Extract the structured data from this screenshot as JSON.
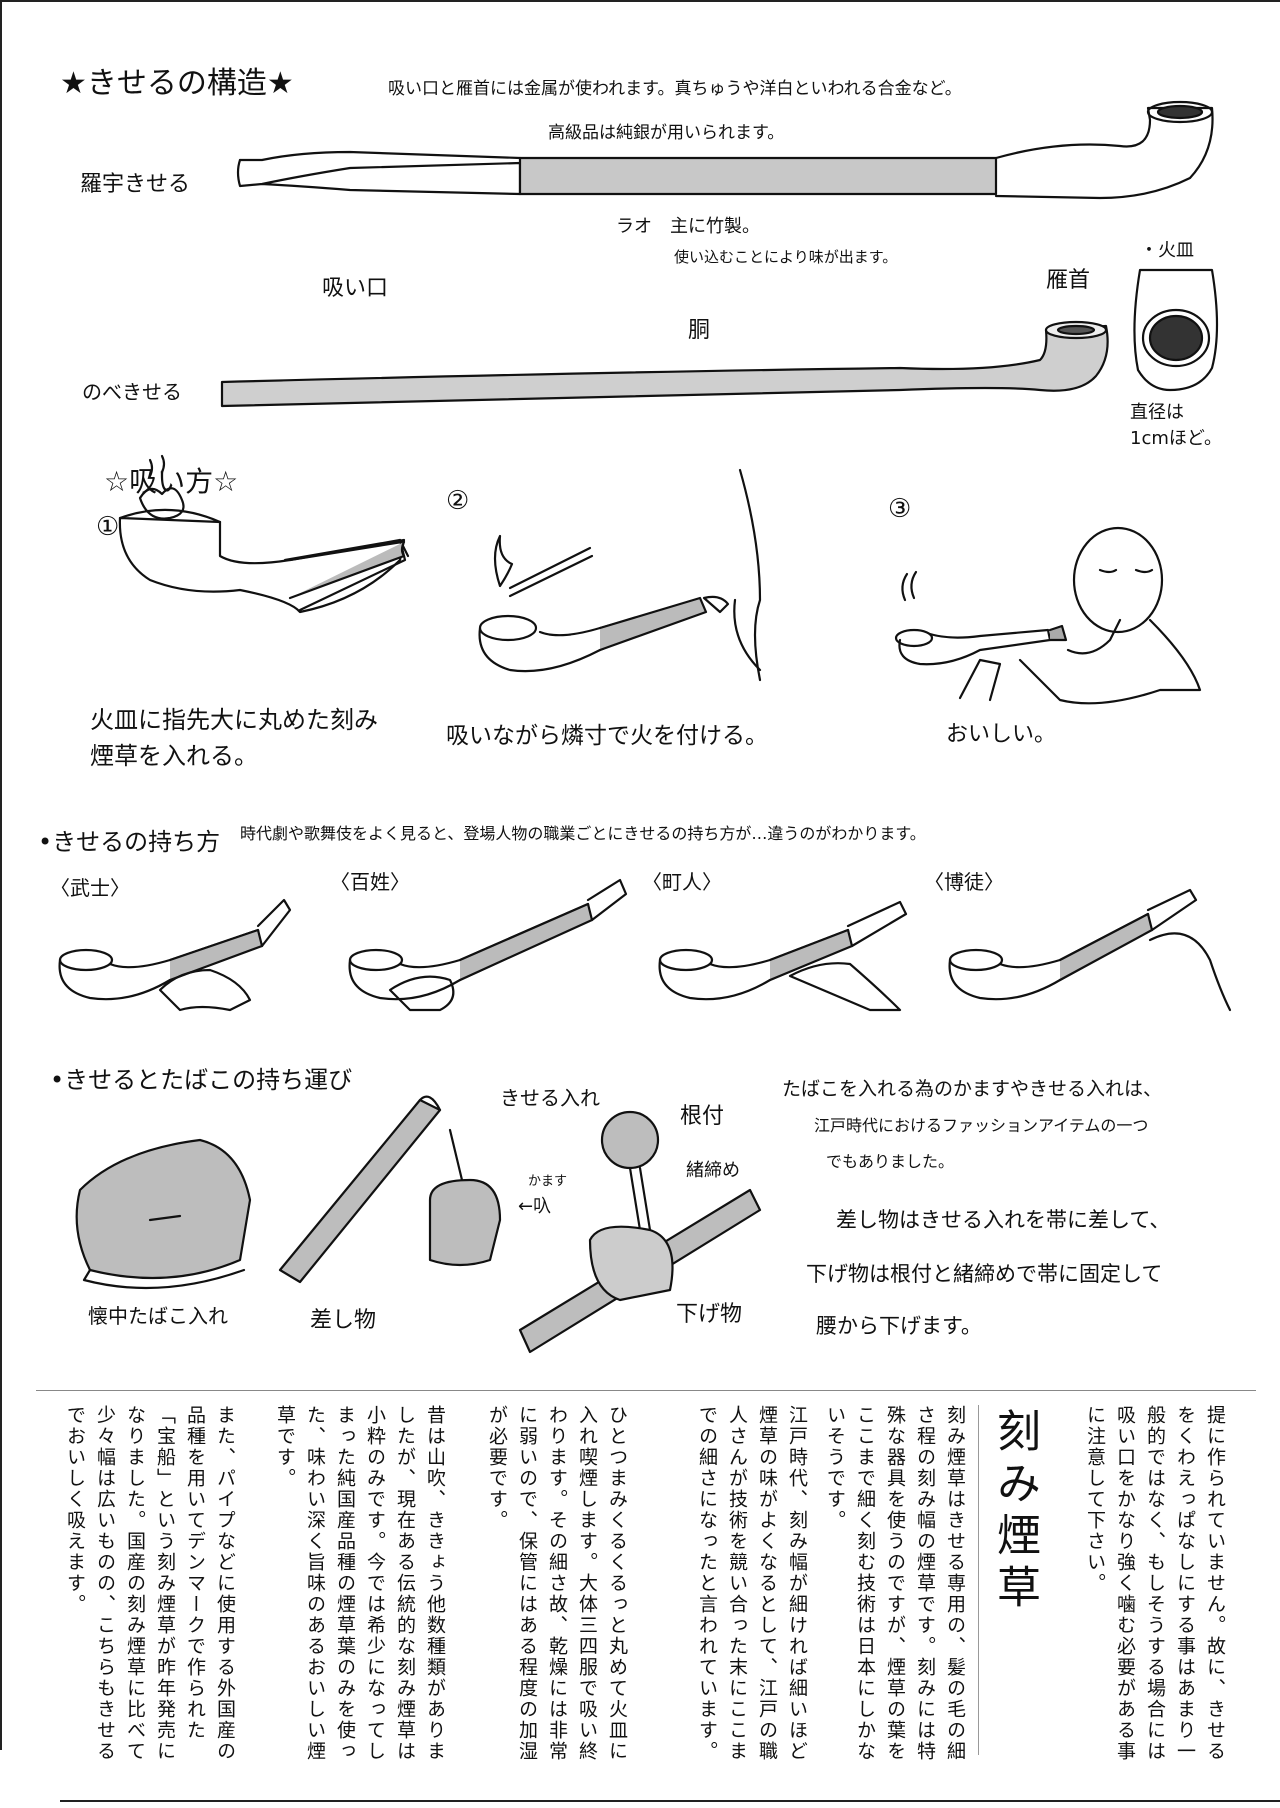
{
  "structure": {
    "title": "★きせるの構造★",
    "metal_note_line1": "吸い口と雁首には金属が使われます。真ちゅうや洋白といわれる合金など。",
    "metal_note_line2": "高級品は純銀が用いられます。",
    "type_rao": "羅宇きせる",
    "rao_label": "ラオ　主に竹製。",
    "rao_note": "使い込むことにより味が出ます。",
    "mouthpiece_label": "吸い口",
    "bowl_head_label": "雁首",
    "fire_bowl_label": "・火皿",
    "body_label": "胴",
    "type_nobe": "のべきせる",
    "diameter_note_1": "直径は",
    "diameter_note_2": "1cmほど。"
  },
  "smoking": {
    "title": "☆吸い方☆",
    "steps": [
      {
        "num": "①",
        "text_line1": "火皿に指先大に丸めた刻み",
        "text_line2": "煙草を入れる。"
      },
      {
        "num": "②",
        "text_line1": "吸いながら燐寸で火を付ける。",
        "text_line2": ""
      },
      {
        "num": "③",
        "text_line1": "おいしい。",
        "text_line2": ""
      }
    ]
  },
  "holding": {
    "title": "•きせるの持ち方",
    "note": "時代劇や歌舞伎をよく見ると、登場人物の職業ごとにきせるの持ち方が…違うのがわかります。",
    "styles": [
      "〈武士〉",
      "〈百姓〉",
      "〈町人〉",
      "〈博徒〉"
    ]
  },
  "carry": {
    "title": "•きせるとたばこの持ち運び",
    "kiseru_case_label": "きせる入れ",
    "netsuke_label": "根付",
    "ojime_label": "緒締め",
    "kamasu_label_1": "かます",
    "kamasu_label_2": "←叺",
    "pocket_case_label": "懐中たばこ入れ",
    "sashimono_label": "差し物",
    "sagemono_label": "下げ物",
    "desc_1": "たばこを入れる為のかますやきせる入れは、",
    "desc_2": "江戸時代におけるファッションアイテムの一つ",
    "desc_3": "でもありました。",
    "desc_4": "差し物はきせる入れを帯に差して、",
    "desc_5": "下げ物は根付と緒締めで帯に固定して",
    "desc_6": "腰から下げます。"
  },
  "article": {
    "title": "刻み煙草",
    "right_col": "提に作られていません。故に、きせるをくわえっぱなしにする事はあまり一般的ではなく、もしそうする場合には吸い口をかなり強く噛む必要がある事に注意して下さい。",
    "paragraphs": [
      "刻み煙草はきせる専用の、髪の毛の細さ程の刻み幅の煙草です。刻みには特殊な器具を使うのですが、煙草の葉をここまで細く刻む技術は日本にしかないそうです。",
      "江戸時代、刻み幅が細ければ細いほど煙草の味がよくなるとして、江戸の職人さんが技術を競い合った末にここまでの細さになったと言われています。",
      "ひとつまみくるくるっと丸めて火皿に入れ喫煙します。大体三四服で吸い終わります。その細さ故、乾燥には非常に弱いので、保管にはある程度の加湿が必要です。",
      "昔は山吹、ききょう他数種類がありましたが、現在ある伝統的な刻み煙草は小粋のみです。今では希少になってしまった純国産品種の煙草葉のみを使った、味わい深く旨味のあるおいしい煙草です。",
      "また、パイプなどに使用する外国産の品種を用いてデンマークで作られた「宝船」という刻み煙草が昨年発売になりました。国産の刻み煙草に比べて少々幅は広いものの、こちらもきせるでおいしく吸えます。"
    ]
  }
}
